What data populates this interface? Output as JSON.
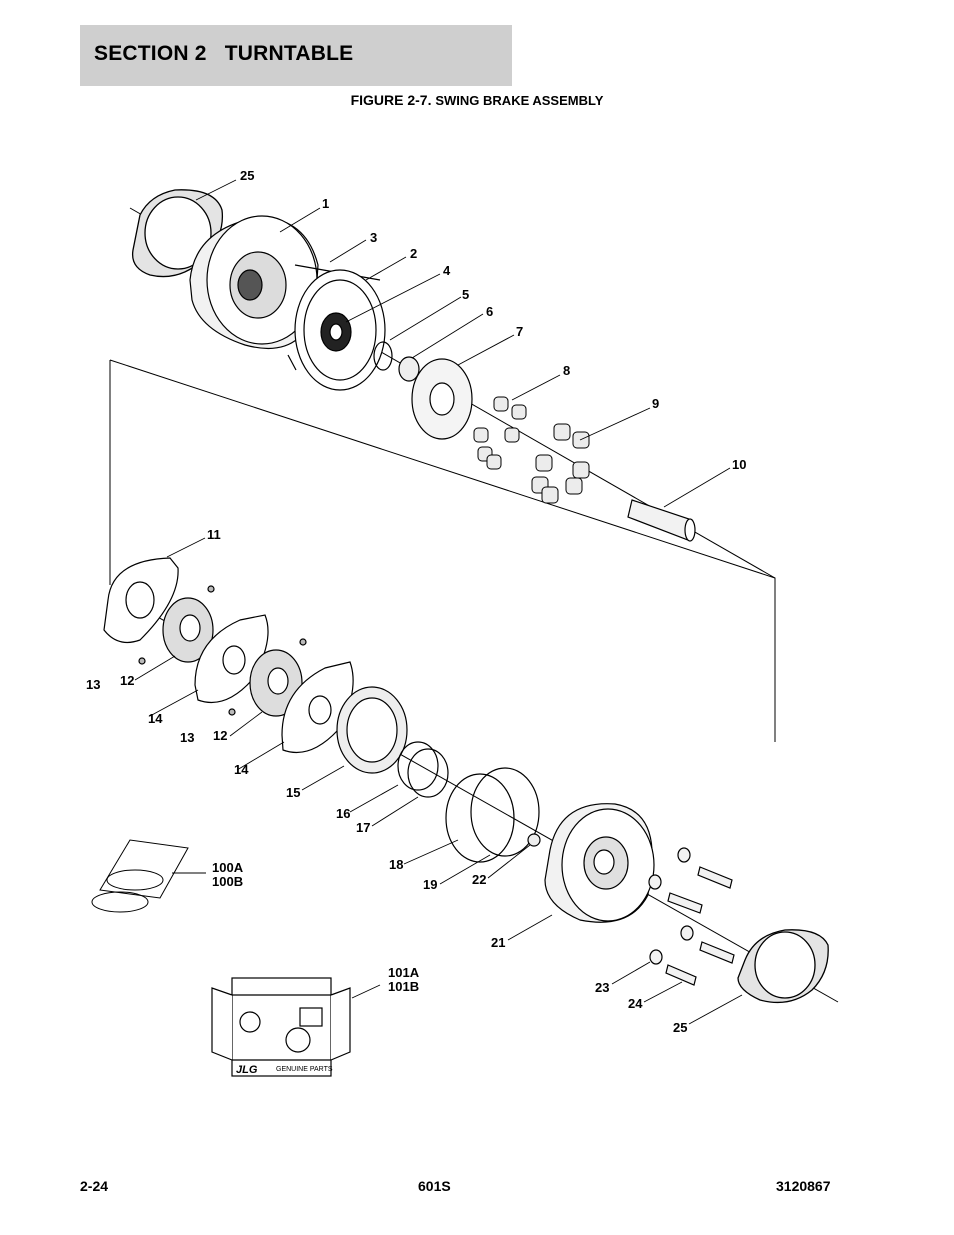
{
  "section": {
    "title": "SECTION 2   TURNTABLE"
  },
  "figure": {
    "number": "FIGURE 2-7.",
    "name": "SWING BRAKE ASSEMBLY"
  },
  "callouts": {
    "c25a": "25",
    "c1": "1",
    "c3": "3",
    "c2": "2",
    "c4": "4",
    "c5": "5",
    "c6": "6",
    "c7": "7",
    "c8": "8",
    "c9": "9",
    "c10": "10",
    "c11": "11",
    "c13a": "13",
    "c12a": "12",
    "c14a": "14",
    "c13b": "13",
    "c12b": "12",
    "c14b": "14",
    "c15": "15",
    "c16": "16",
    "c17": "17",
    "c18": "18",
    "c19": "19",
    "c22": "22",
    "c21": "21",
    "c23": "23",
    "c24": "24",
    "c25b": "25",
    "c100a": "100A",
    "c100b": "100B",
    "c101a": "101A",
    "c101b": "101B"
  },
  "kit_label": "GENUINE PARTS",
  "logo_text": "JLG",
  "footer": {
    "page": "2-24",
    "model": "601S",
    "doc_number": "3120867"
  }
}
